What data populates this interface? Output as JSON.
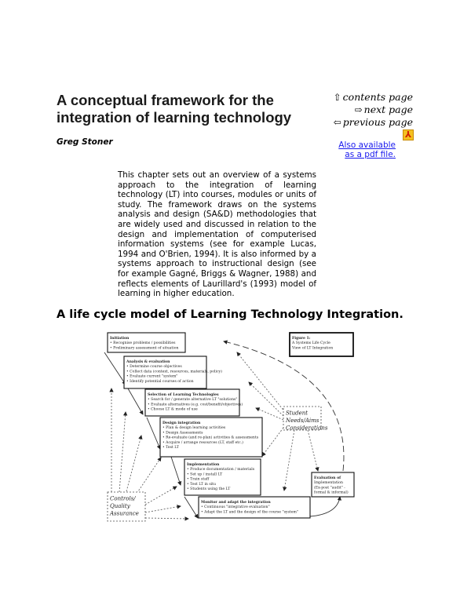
{
  "header": {
    "title": "A conceptual framework for the integration of learning technology",
    "author": "Greg Stoner"
  },
  "nav": {
    "contents": "contents page",
    "next": "next page",
    "previous": "previous page",
    "icons": [
      "contents-arrow-icon",
      "next-arrow-icon",
      "previous-arrow-icon"
    ],
    "pdf_icon": "pdf-icon",
    "pdf_link_line1": "Also available",
    "pdf_link_line2": "as a pdf file.",
    "link_color": "#1a1aee"
  },
  "intro": "This chapter sets out an overview of a systems approach to the integration of learning technology (LT) into courses, modules or units of study. The framework draws on the systems analysis and design (SA&D) methodologies that are widely used and discussed in relation to the design and implementation of computerised information systems (see for example Lucas, 1994 and O'Brien, 1994). It is also informed by a systems approach to instructional design (see for example Gagné, Briggs & Wagner, 1988) and reflects elements of Laurillard's (1993) model of learning in higher education.",
  "section_heading": "A life cycle model of Learning Technology Integration.",
  "figure": {
    "caption": [
      "Figure 1:",
      "A Systems Life Cycle",
      "View of LT Integration"
    ],
    "boxes": [
      {
        "title": "Initiation",
        "items": [
          "• Recognise problems / possibilities",
          "• Preliminary assessment of situation"
        ]
      },
      {
        "title": "Analysis & evaluation",
        "items": [
          "• Determine course objectives",
          "• Collect data (context, resources, materials, policy)",
          "• Evaluate current \"system\"",
          "• Identify potential courses of action"
        ]
      },
      {
        "title": "Selection of Learning Technologies",
        "items": [
          "• Search for / generate alternative LT \"solutions\"",
          "• Evaluate alternatives (e.g. cost/benefit/objectives)",
          "• Choose LT & mode of use"
        ]
      },
      {
        "title": "Design integration",
        "items": [
          "• Plan & design learning activities",
          "• Design Assessments",
          "• Re-evaluate (and re-plan) activities & assessments",
          "• Acquire / arrange resources (LT, staff etc.)",
          "• Test LT"
        ]
      },
      {
        "title": "Implementation",
        "items": [
          "• Produce documentation / materials",
          "• Set up / install LT",
          "• Train staff",
          "• Test LT in situ",
          "• Students using the LT"
        ]
      },
      {
        "title": "Monitor and adapt the integration",
        "items": [
          "• Continuous \"integrative evaluation\"",
          "• Adapt the LT and the design of the course \"system\""
        ]
      },
      {
        "title": "Evaluation of",
        "items": [
          "Implementation",
          "(Ex-post \"audit\" -",
          "formal & informal)"
        ]
      }
    ],
    "student": [
      "Student",
      "Needs/Aims",
      "Considerations"
    ],
    "controls": [
      "Controls/",
      "Quality",
      "Assurance"
    ]
  }
}
